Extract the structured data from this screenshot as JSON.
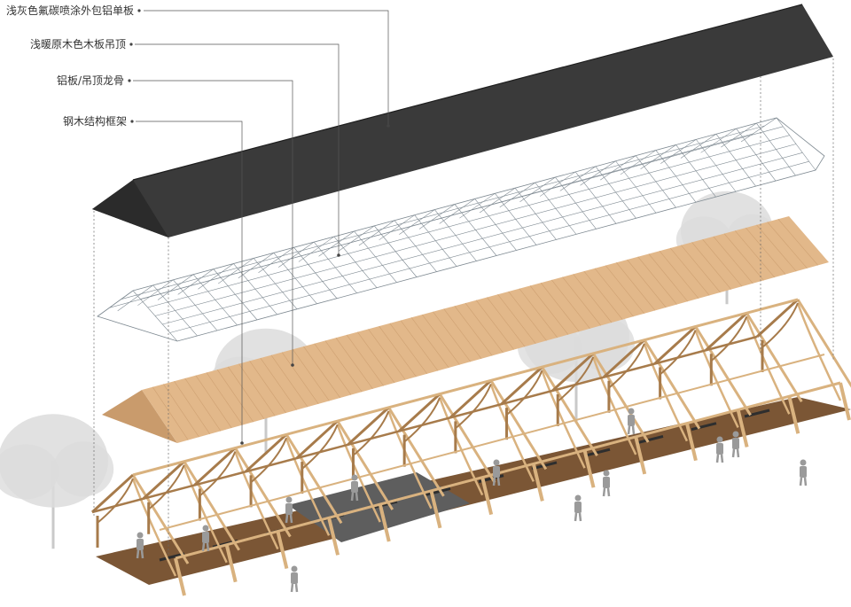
{
  "callouts": [
    {
      "id": "roof-panel",
      "text": "浅灰色氟碳喷涂外包铝单板"
    },
    {
      "id": "wood-ceiling",
      "text": "浅暖原木色木板吊顶"
    },
    {
      "id": "aluminum-keel",
      "text": "铝板/吊顶龙骨"
    },
    {
      "id": "frame",
      "text": "钢木结构框架"
    }
  ],
  "colors": {
    "roof": "#3a3a3a",
    "roof_ridge": "#2b2b2b",
    "grid": "#7f8a92",
    "wood_ceiling": "#e2b88a",
    "wood_ceiling_dark": "#c99b6c",
    "timber": "#d9b27f",
    "timber_dark": "#a77b4b",
    "ground": "#7b5635",
    "paving": "#5e5e5e",
    "tree": "#dcdcdc",
    "people": "#9a9a9a"
  }
}
